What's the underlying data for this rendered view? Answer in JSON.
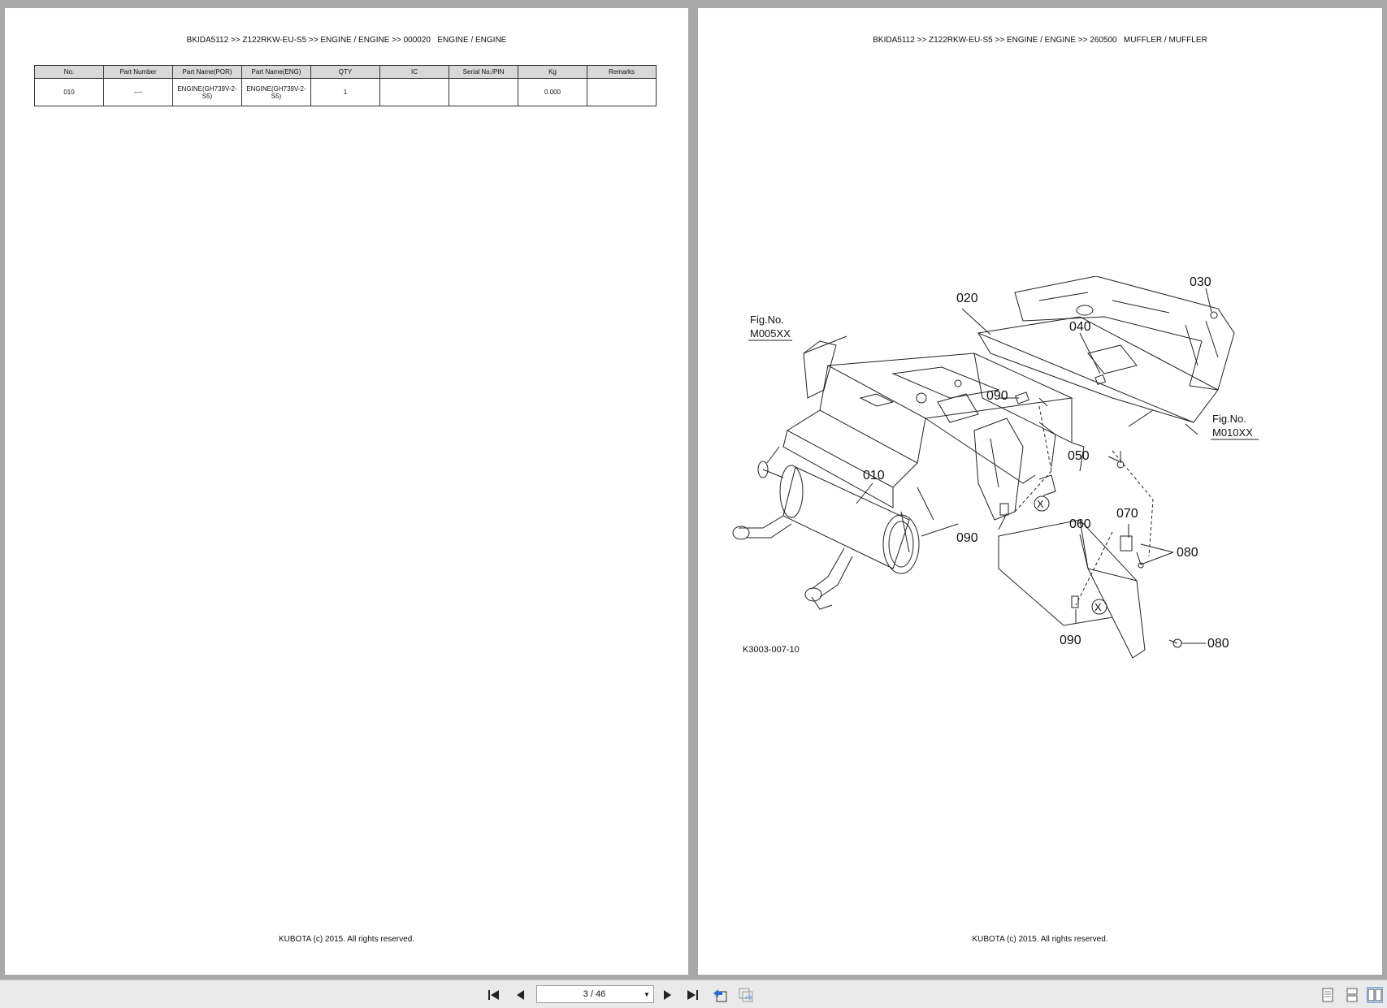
{
  "left_page": {
    "breadcrumb": "BKIDA5112 >> Z122RKW-EU-S5 >> ENGINE / ENGINE >> 000020   ENGINE / ENGINE",
    "table": {
      "headers": [
        "No.",
        "Part Number",
        "Part Name(POR)",
        "Part Name(ENG)",
        "QTY",
        "IC",
        "Serial No./PIN",
        "Kg",
        "Remarks"
      ],
      "rows": [
        [
          "010",
          "----",
          "ENGINE(GH739V-2-S5)",
          "ENGINE(GH739V-2-S5)",
          "1",
          "",
          "",
          "0.000",
          ""
        ]
      ]
    },
    "footer": "KUBOTA (c) 2015. All rights reserved."
  },
  "right_page": {
    "breadcrumb": "BKIDA5112 >> Z122RKW-EU-S5 >> ENGINE / ENGINE >> 260500   MUFFLER / MUFFLER",
    "diagram": {
      "labels": {
        "l010": "010",
        "l020": "020",
        "l030": "030",
        "l040": "040",
        "l050": "050",
        "l060": "060",
        "l070": "070",
        "l080a": "080",
        "l080b": "080",
        "l090a": "090",
        "l090b": "090",
        "l090c": "090",
        "fig1_title": "Fig.No.",
        "fig1_code": "M005XX",
        "fig2_title": "Fig.No.",
        "fig2_code": "M010XX",
        "mark_x1": "X",
        "mark_x2": "X",
        "drawing_code": "K3003-007-10"
      }
    },
    "footer": "KUBOTA (c) 2015. All rights reserved."
  },
  "toolbar": {
    "page_indicator": "3 / 46",
    "icons": {
      "first": "first-page-icon",
      "prev": "previous-page-icon",
      "next": "next-page-icon",
      "last": "last-page-icon",
      "back_view": "previous-view-icon",
      "forward_view": "next-view-icon",
      "single_page": "single-page-view-icon",
      "continuous": "continuous-view-icon",
      "two_page": "two-page-view-icon"
    }
  }
}
